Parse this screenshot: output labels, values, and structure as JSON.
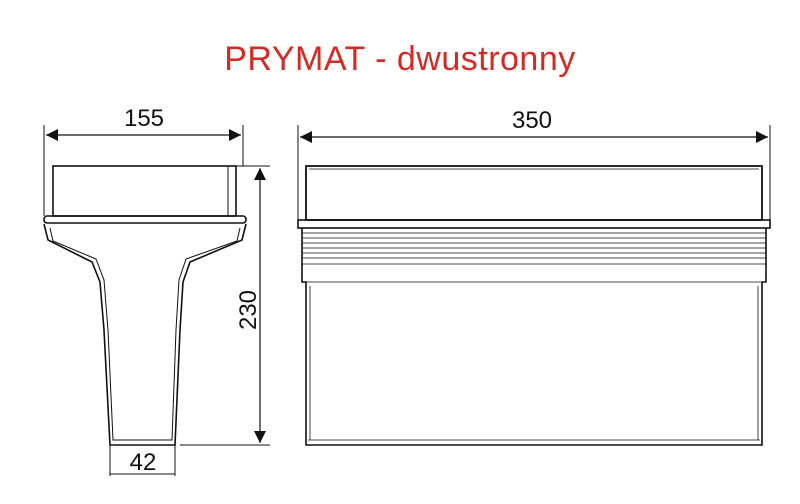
{
  "title": "PRYMAT - dwustronny",
  "dimensions": {
    "top_width_left": "155",
    "top_width_right": "350",
    "height": "230",
    "bottom_width": "42"
  },
  "colors": {
    "title": "#d42a24",
    "line": "#111111"
  }
}
